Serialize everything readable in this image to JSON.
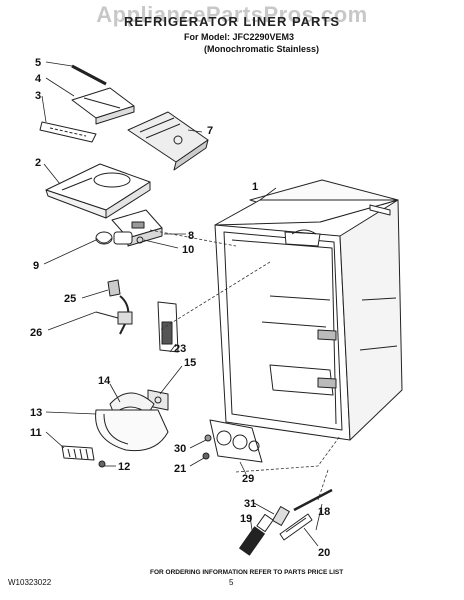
{
  "watermark": "AppliancePartsPros.com",
  "title": "REFRIGERATOR LINER PARTS",
  "model_line": "For Model: JFC2290VEM3",
  "variant_line": "(Monochromatic Stainless)",
  "callouts": {
    "c1": "1",
    "c2": "2",
    "c3": "3",
    "c4": "4",
    "c5": "5",
    "c7": "7",
    "c8": "8",
    "c9": "9",
    "c10": "10",
    "c11": "11",
    "c12": "12",
    "c13": "13",
    "c14": "14",
    "c15": "15",
    "c18": "18",
    "c19": "19",
    "c20": "20",
    "c21": "21",
    "c23": "23",
    "c25": "25",
    "c26": "26",
    "c29": "29",
    "c30": "30",
    "c31": "31"
  },
  "footer_note": "FOR ORDERING INFORMATION REFER TO PARTS PRICE LIST",
  "doc_id": "W10323022",
  "page_number": "5"
}
